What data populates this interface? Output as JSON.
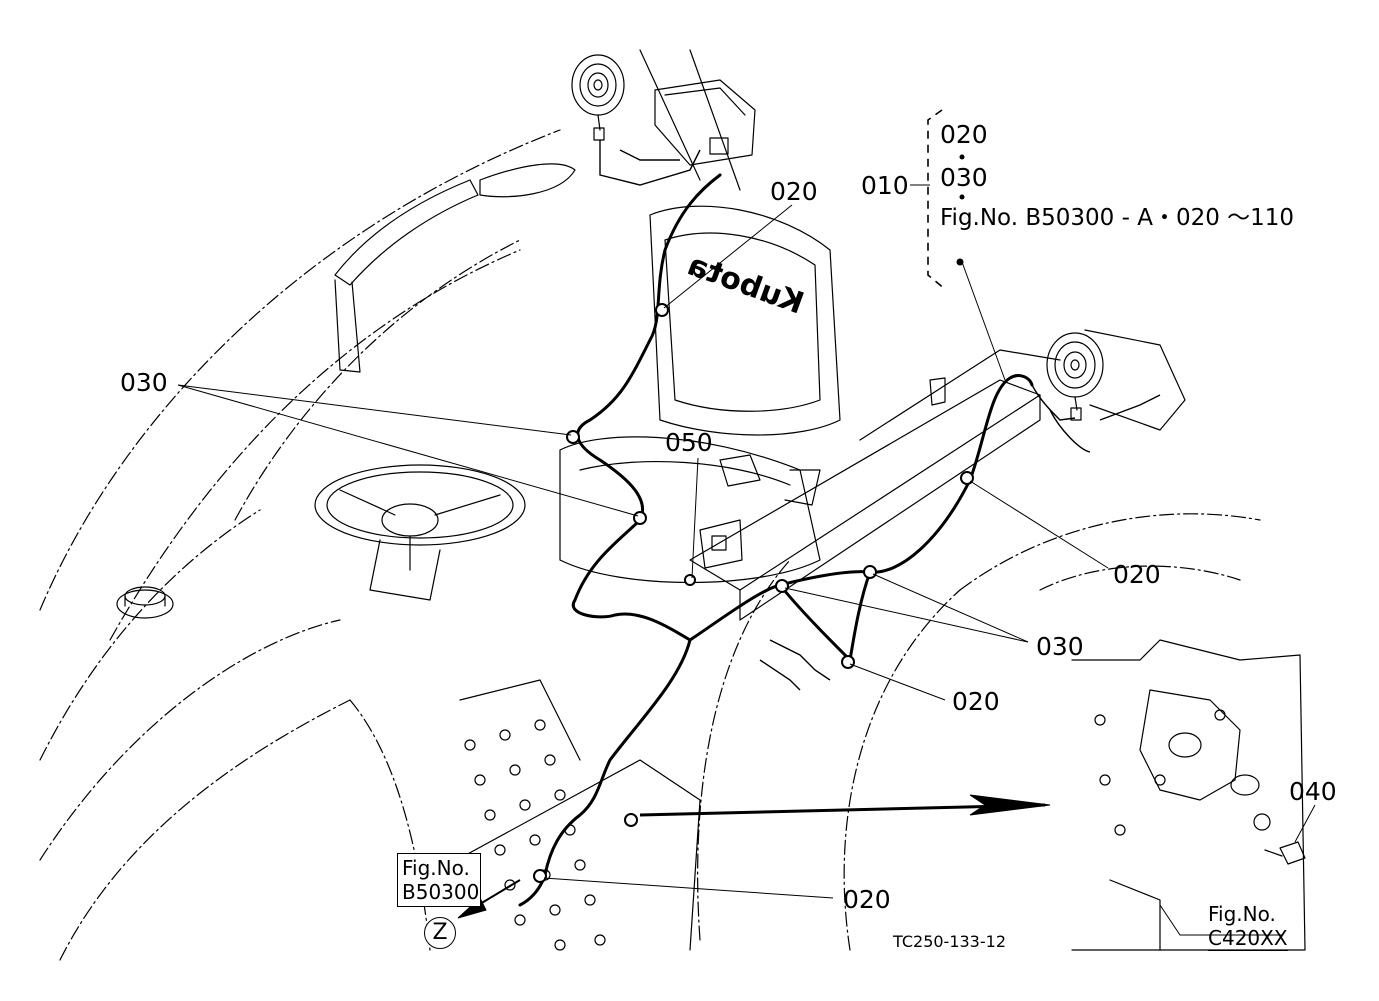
{
  "callouts": {
    "c010": "010",
    "c020_top": "020",
    "c020_mid": "020",
    "c020_right": "020",
    "c020_bottom": "020",
    "c030_left": "030",
    "c030_right": "030",
    "c040": "040",
    "c050": "050",
    "c020_bracket": "020",
    "c030_bracket": "030"
  },
  "bracket_note": {
    "fig_ref": "Fig.No. B50300 - A・020 ～110"
  },
  "fig_box_left": {
    "line1": "Fig.No.",
    "line2": "B50300",
    "view": "Z"
  },
  "fig_ref_right": {
    "line1": "Fig.No.",
    "line2": "C420XX"
  },
  "drawing_id": "TC250-133-12",
  "seat_logo": "Kubota"
}
